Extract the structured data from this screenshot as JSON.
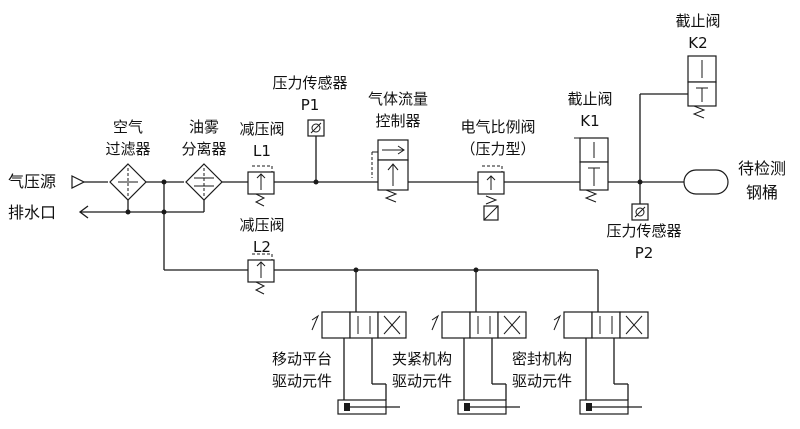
{
  "labels": {
    "air_source": "气压源",
    "drain": "排水口",
    "air_filter_1": "空气",
    "air_filter_2": "过滤器",
    "oil_mist_1": "油雾",
    "oil_mist_2": "分离器",
    "reg_l1_1": "减压阀",
    "reg_l1_2": "L1",
    "reg_l2_1": "减压阀",
    "reg_l2_2": "L2",
    "pressure_p1_1": "压力传感器",
    "pressure_p1_2": "P1",
    "flow_ctrl_1": "气体流量",
    "flow_ctrl_2": "控制器",
    "prop_valve_1": "电气比例阀",
    "prop_valve_2": "（压力型）",
    "stop_k1_1": "截止阀",
    "stop_k1_2": "K1",
    "stop_k2_1": "截止阀",
    "stop_k2_2": "K2",
    "pressure_p2_1": "压力传感器",
    "pressure_p2_2": "P2",
    "test_bucket_1": "待检测",
    "test_bucket_2": "钢桶",
    "act_move_1": "移动平台",
    "act_move_2": "驱动元件",
    "act_clamp_1": "夹紧机构",
    "act_clamp_2": "驱动元件",
    "act_seal_1": "密封机构",
    "act_seal_2": "驱动元件"
  }
}
